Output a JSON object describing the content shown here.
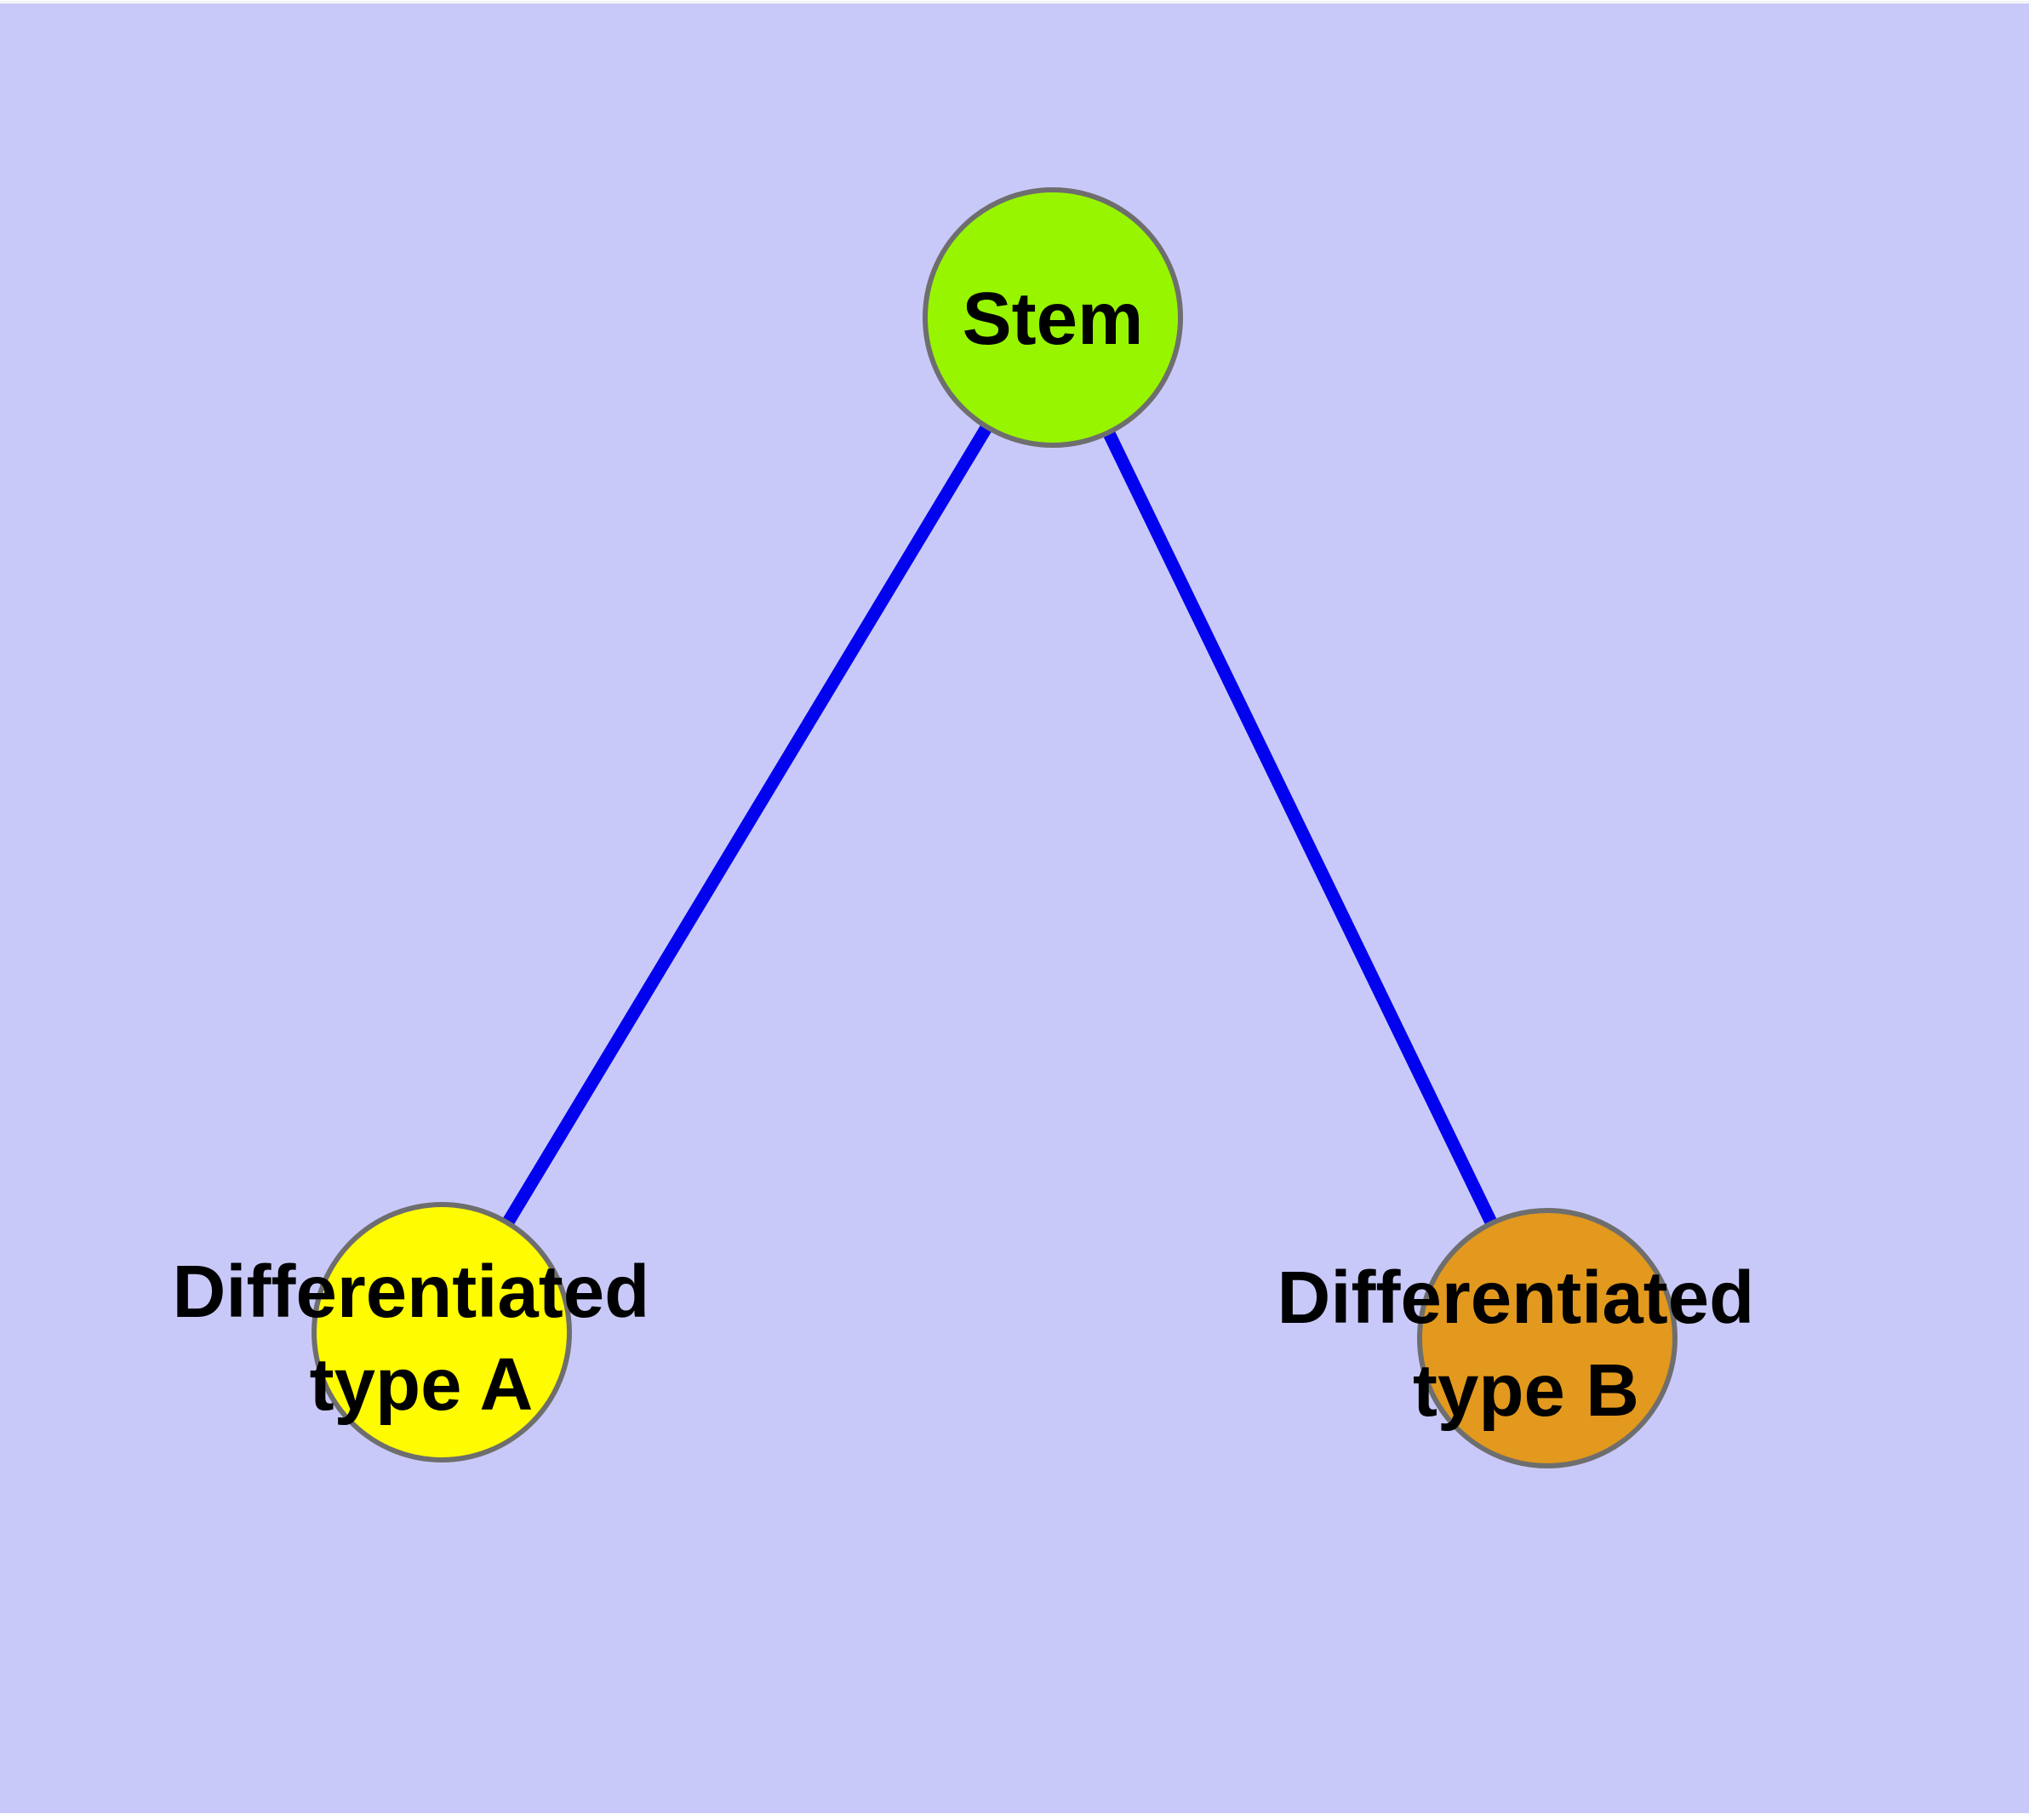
{
  "canvas": {
    "background_color": "#C9C9F9",
    "margin_color": "#FFFFFF",
    "top_hairline_color": "#E2E2EE"
  },
  "text_color": "#000000",
  "graph": {
    "nodes": {
      "stem": {
        "label": "Stem",
        "fill": "#97F500",
        "border_color": "#6E6E6E"
      },
      "type_a": {
        "label_line1": "Differentiated",
        "label_line2": "type A",
        "fill": "#FFFB00",
        "border_color": "#6E6E6E"
      },
      "type_b": {
        "label_line1": "Differentiated",
        "label_line2": "type B",
        "fill": "#E2991E",
        "border_color": "#6E6E6E"
      }
    },
    "edges": {
      "color": "#0202EE",
      "items": [
        {
          "from": "Stem",
          "to": "Differentiated type A"
        },
        {
          "from": "Stem",
          "to": "Differentiated type B"
        }
      ]
    }
  }
}
